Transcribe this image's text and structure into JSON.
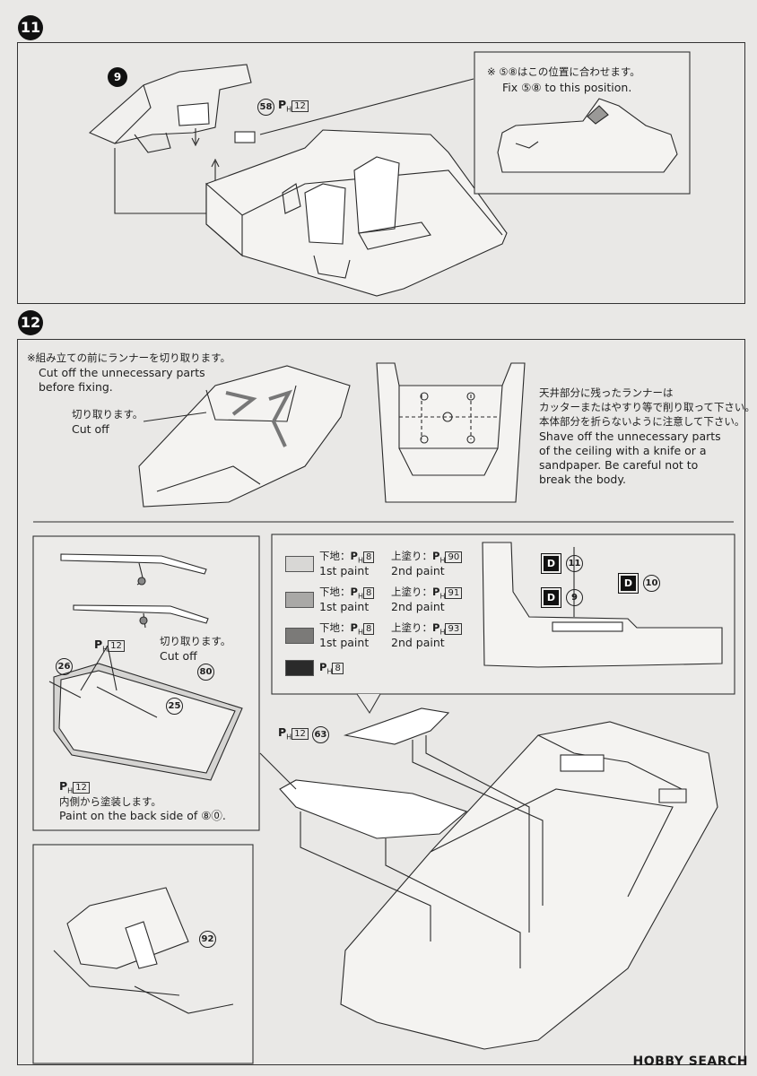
{
  "step11": {
    "number": "11",
    "part_9": "9",
    "part_58": "58",
    "ph_12": "12",
    "note_jp": "※ ⑤⑧はこの位置に合わせます。",
    "note_en": "Fix ⑤⑧ to this position."
  },
  "step12": {
    "number": "12",
    "cut_note_jp": "※組み立ての前にランナーを切り取ります。",
    "cut_note_en_1": "Cut off the unnecessary parts",
    "cut_note_en_2": "before fixing.",
    "cutoff_jp": "切り取ります。",
    "cutoff_en": "Cut off",
    "ceiling_jp_1": "天井部分に残ったランナーは",
    "ceiling_jp_2": "カッターまたはやすり等で削り取って下さい。",
    "ceiling_jp_3": "本体部分を折らないように注意して下さい。",
    "ceiling_en_1": "Shave off the unnecessary parts",
    "ceiling_en_2": "of the ceiling with a knife or a",
    "ceiling_en_3": "sandpaper. Be careful not to",
    "ceiling_en_4": "break the body.",
    "wiper_cutoff_jp": "切り取ります。",
    "wiper_cutoff_en": "Cut off",
    "part_26": "26",
    "part_25": "25",
    "part_80": "80",
    "part_63": "63",
    "part_92": "92",
    "ph_12": "12",
    "inside_jp": "内側から塗装します。",
    "inside_en": "Paint on the back side of ⑧⓪.",
    "paint_rows": [
      {
        "base_label_jp": "下地：",
        "base_code": "8",
        "base_en": "1st paint",
        "top_label_jp": "上塗り：",
        "top_code": "90",
        "top_en": "2nd paint",
        "swatch": "#d8d7d5"
      },
      {
        "base_label_jp": "下地：",
        "base_code": "8",
        "base_en": "1st paint",
        "top_label_jp": "上塗り：",
        "top_code": "91",
        "top_en": "2nd paint",
        "swatch": "#a9a8a6"
      },
      {
        "base_label_jp": "下地：",
        "base_code": "8",
        "base_en": "1st paint",
        "top_label_jp": "上塗り：",
        "top_code": "93",
        "top_en": "2nd paint",
        "swatch": "#7b7a78"
      },
      {
        "base_code": "8",
        "swatch": "#2a2a2a"
      }
    ],
    "decal_11": "11",
    "decal_9": "9",
    "decal_10": "10",
    "decal_letter": "D"
  },
  "ph_prefix": "P",
  "ph_sub": "H",
  "watermark": "HOBBY SEARCH"
}
